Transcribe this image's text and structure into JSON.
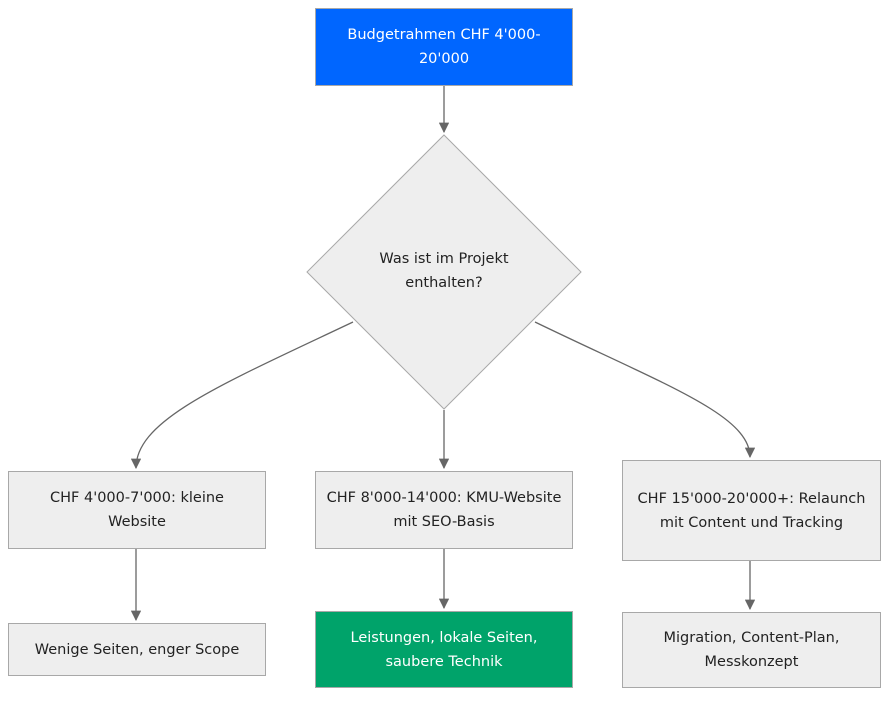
{
  "nodes": {
    "budget": "Budgetrahmen CHF 4'000- 20'000",
    "question": "Was ist im Projekt enthalten?",
    "small_site": "CHF 4'000-7'000: kleine Website",
    "kmu_site": "CHF 8'000-14'000: KMU-Website mit SEO-Basis",
    "relaunch": "CHF 15'000-20'000+: Relaunch mit Content und Tracking",
    "few_pages": "Wenige Seiten, enger Scope",
    "services": "Leistungen, lokale Seiten, saubere Technik",
    "migration": "Migration, Content-Plan, Messkonzept"
  },
  "colors": {
    "start_fill": "#0066ff",
    "highlight_fill": "#00a36a",
    "node_fill": "#eeeeee",
    "node_border": "#a8a8a8",
    "edge": "#666666"
  }
}
